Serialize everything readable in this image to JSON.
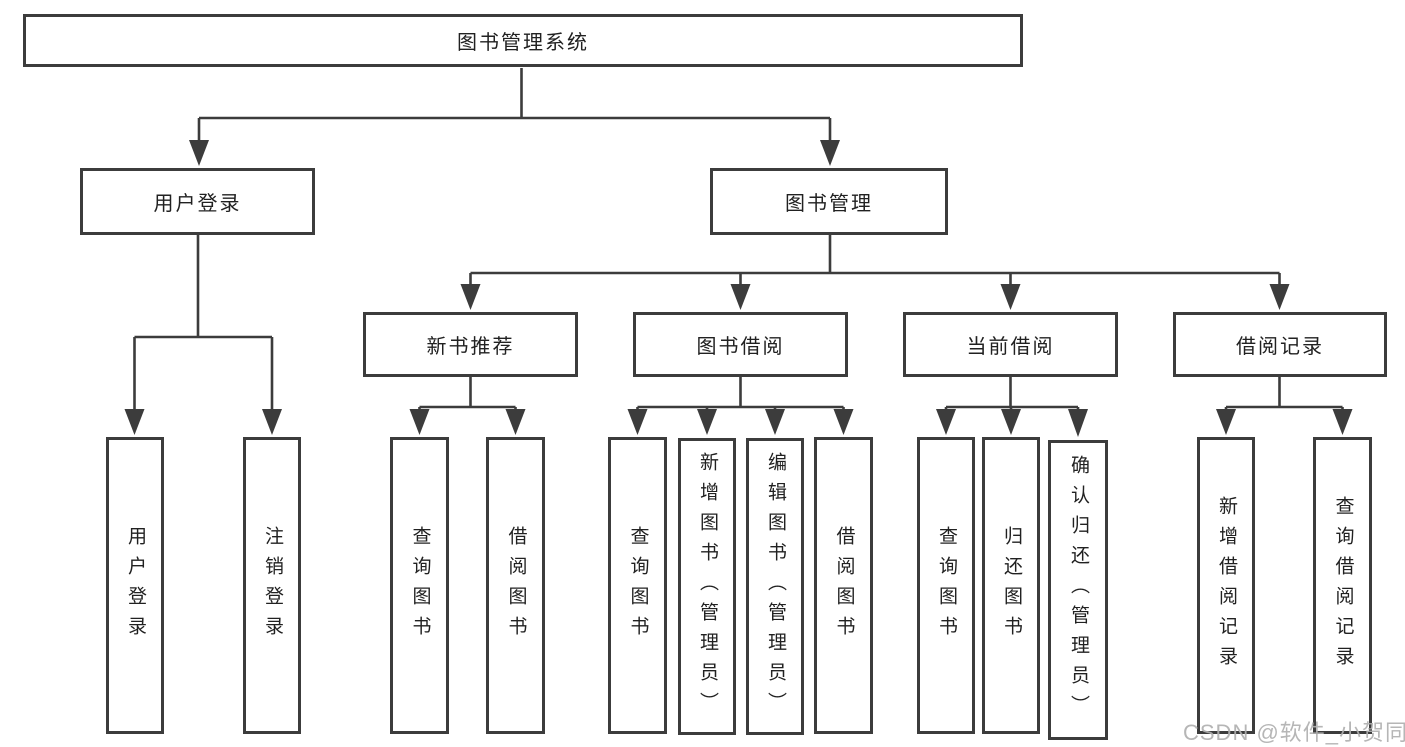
{
  "nodes": {
    "root": {
      "label": "图书管理系统"
    },
    "user_login": {
      "label": "用户登录"
    },
    "book_mgmt": {
      "label": "图书管理"
    },
    "new_book_rec": {
      "label": "新书推荐"
    },
    "book_borrow": {
      "label": "图书借阅"
    },
    "current_borrow": {
      "label": "当前借阅"
    },
    "borrow_records": {
      "label": "借阅记录"
    },
    "leaf_user_login": {
      "label": "用户登录"
    },
    "leaf_logout": {
      "label": "注销登录"
    },
    "leaf_nb_query_books": {
      "label": "查询图书"
    },
    "leaf_nb_borrow_books": {
      "label": "借阅图书"
    },
    "leaf_bb_query_books": {
      "label": "查询图书"
    },
    "leaf_bb_add_books": {
      "label": "新增图书（管理员）"
    },
    "leaf_bb_edit_books": {
      "label": "编辑图书（管理员）"
    },
    "leaf_bb_borrow_books": {
      "label": "借阅图书"
    },
    "leaf_cb_query_books": {
      "label": "查询图书"
    },
    "leaf_cb_return_books": {
      "label": "归还图书"
    },
    "leaf_cb_confirm_return": {
      "label": "确认归还（管理员）"
    },
    "leaf_br_add_record": {
      "label": "新增借阅记录"
    },
    "leaf_br_query_record": {
      "label": "查询借阅记录"
    }
  },
  "structure": {
    "root": [
      "user_login",
      "book_mgmt"
    ],
    "user_login": [
      "leaf_user_login",
      "leaf_logout"
    ],
    "book_mgmt": [
      "new_book_rec",
      "book_borrow",
      "current_borrow",
      "borrow_records"
    ],
    "new_book_rec": [
      "leaf_nb_query_books",
      "leaf_nb_borrow_books"
    ],
    "book_borrow": [
      "leaf_bb_query_books",
      "leaf_bb_add_books",
      "leaf_bb_edit_books",
      "leaf_bb_borrow_books"
    ],
    "current_borrow": [
      "leaf_cb_query_books",
      "leaf_cb_return_books",
      "leaf_cb_confirm_return"
    ],
    "borrow_records": [
      "leaf_br_add_record",
      "leaf_br_query_record"
    ]
  },
  "watermark": {
    "text": "CSDN @软件_小贺同学"
  },
  "colors": {
    "line": "#3c3c3c",
    "text": "#212121",
    "background": "#ffffff",
    "watermark": "#b0b0b0"
  }
}
